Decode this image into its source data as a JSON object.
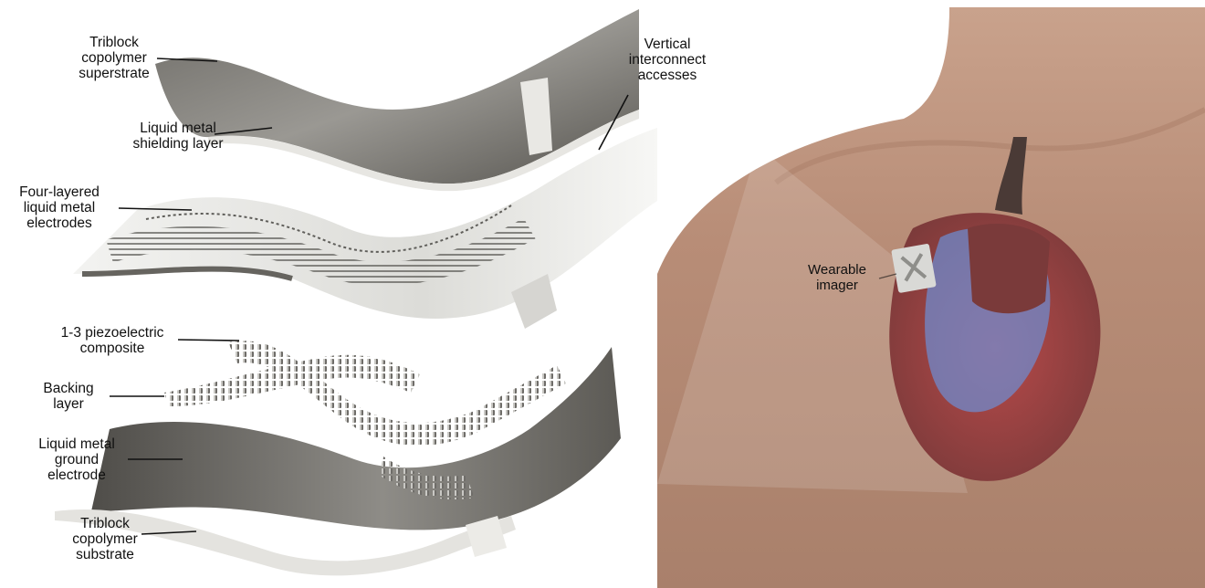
{
  "labels": {
    "superstrate": [
      "Triblock",
      "copolymer",
      "superstrate"
    ],
    "shielding": [
      "Liquid metal",
      "shielding layer"
    ],
    "vertical": [
      "Vertical",
      "interconnect",
      "accesses"
    ],
    "electrodes": [
      "Four-layered",
      "liquid metal",
      "electrodes"
    ],
    "piezo": [
      "1-3 piezoelectric",
      "composite"
    ],
    "backing": [
      "Backing",
      "layer"
    ],
    "ground": [
      "Liquid metal",
      "ground",
      "electrode"
    ],
    "substrate": [
      "Triblock",
      "copolymer",
      "substrate"
    ],
    "imager": [
      "Wearable",
      "imager"
    ]
  }
}
